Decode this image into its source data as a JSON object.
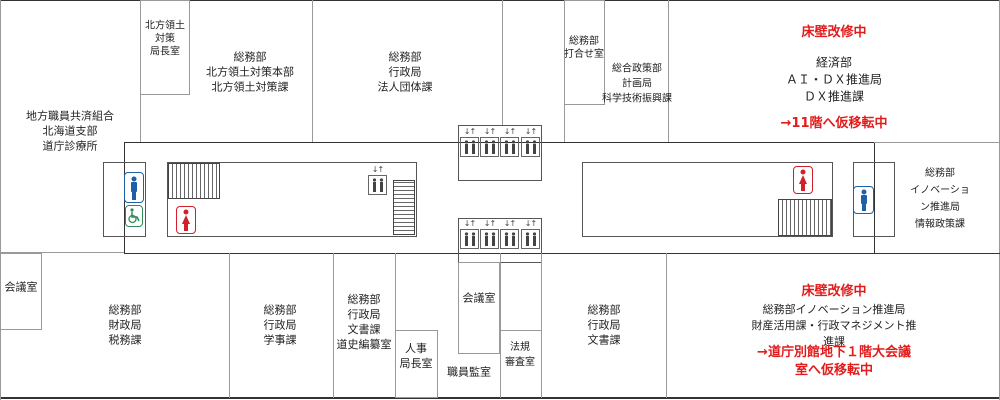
{
  "colors": {
    "notice": "#e21b1b",
    "male": "#1f5fa8",
    "female": "#d21f2a",
    "accessible": "#2e8b57"
  },
  "rooms": {
    "kyosai": "地方職員共済組合\n北海道支部\n道庁診療所",
    "hoppo_chief": "北方領土\n対策\n局長室",
    "hoppo": "総務部\n北方領土対策本部\n北方領土対策課",
    "hojin": "総務部\n行政局\n法人団体課",
    "uchiawase": "総務部\n打合せ室",
    "kagaku": "総合政策部\n計画局\n科学技術振興課",
    "dx": "経済部\nＡＩ・ＤＸ推進局\nＤＸ推進課",
    "joho": "総務部\nイノベーション推進局\n情報政策課",
    "kaigi_left": "会議室",
    "zeimu": "総務部\n財政局\n税務課",
    "gakuji": "総務部\n行政局\n学事課",
    "dosi": "総務部\n行政局\n文書課\n道史編纂室",
    "jinji": "人事\n局長室",
    "kansa": "職員監室",
    "kaigi_center": "会議室",
    "hoki": "法規\n審査室",
    "bunsho": "総務部\n行政局\n文書課",
    "zaisan": "総務部イノベーション推進局\n財産活用課・行政マネジメント推進課"
  },
  "notices": {
    "top_title": "床壁改修中",
    "top_move": "→11階へ仮移転中",
    "bottom_title": "床壁改修中",
    "bottom_move": "→道庁別館地下１階大会議室へ仮移転中"
  },
  "elevator_arrows": "↓↑"
}
